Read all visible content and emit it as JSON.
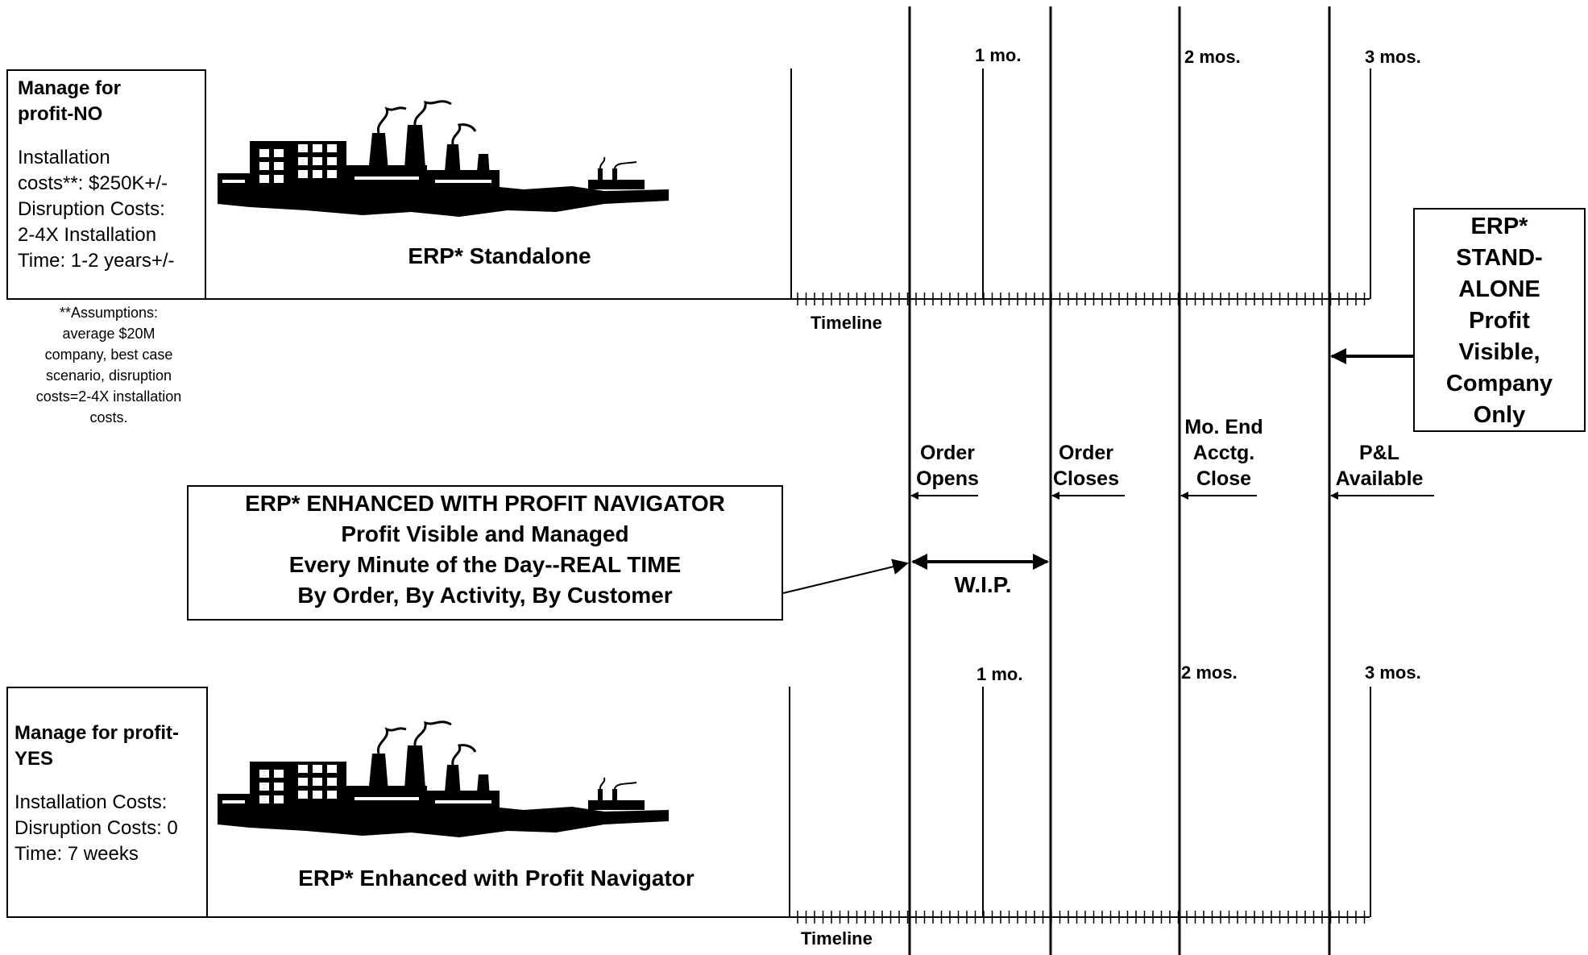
{
  "top": {
    "title": "Manage for\nprofit-NO",
    "details": "Installation\ncosts**: $250K+/-\nDisruption Costs:\n2-4X Installation\nTime: 1-2 years+/-",
    "caption": "ERP* Standalone",
    "assumptions": "**Assumptions:\naverage $20M\ncompany, best case\nscenario,  disruption\ncosts=2-4X installation\ncosts.",
    "timeline_label": "Timeline",
    "milestones": [
      "1 mo.",
      "2 mos.",
      "3 mos."
    ]
  },
  "bottom": {
    "title": "Manage for profit-\nYES",
    "details": "Installation Costs:\nDisruption Costs: 0\nTime: 7 weeks",
    "caption": "ERP* Enhanced with Profit Navigator",
    "timeline_label": "Timeline",
    "milestones": [
      "1 mo.",
      "2 mos.",
      "3 mos."
    ]
  },
  "events": {
    "order_opens": "Order\nOpens",
    "order_closes": "Order\nCloses",
    "month_end": "Mo. End\nAcctg.\nClose",
    "pl_available": "P&L\nAvailable"
  },
  "wip_label": "W.I.P.",
  "standalone_box": "ERP*\nSTAND-\nALONE\nProfit\nVisible,\nCompany\nOnly",
  "enhanced_box": {
    "line1": "ERP* ENHANCED WITH PROFIT NAVIGATOR",
    "line2": "Profit Visible and Managed",
    "line3": "Every Minute of the Day--REAL TIME",
    "line4": "By Order, By Activity, By Customer"
  },
  "icons": [
    "factory-icon",
    "factory-icon"
  ]
}
